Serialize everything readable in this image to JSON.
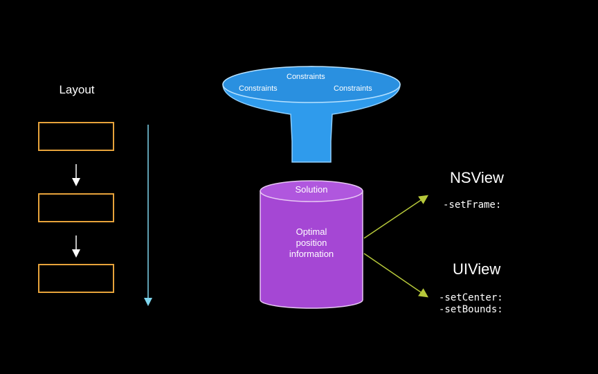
{
  "layout_column": {
    "title": "Layout",
    "boxes": 3,
    "box_color": "#e7a33b",
    "timeline_color": "#7fd6ee"
  },
  "funnel": {
    "labels": [
      "Constraints",
      "Constraints",
      "Constraints"
    ],
    "color": "#2f9bec"
  },
  "cylinder": {
    "top_label": "Solution",
    "body_label": [
      "Optimal",
      "position",
      "information"
    ],
    "color": "#a547d4"
  },
  "outputs": {
    "arrow_color": "#b6c83a",
    "nsview": {
      "title": "NSView",
      "methods": [
        "-setFrame:"
      ]
    },
    "uiview": {
      "title": "UIView",
      "methods": [
        "-setCenter:",
        "-setBounds:"
      ]
    }
  }
}
